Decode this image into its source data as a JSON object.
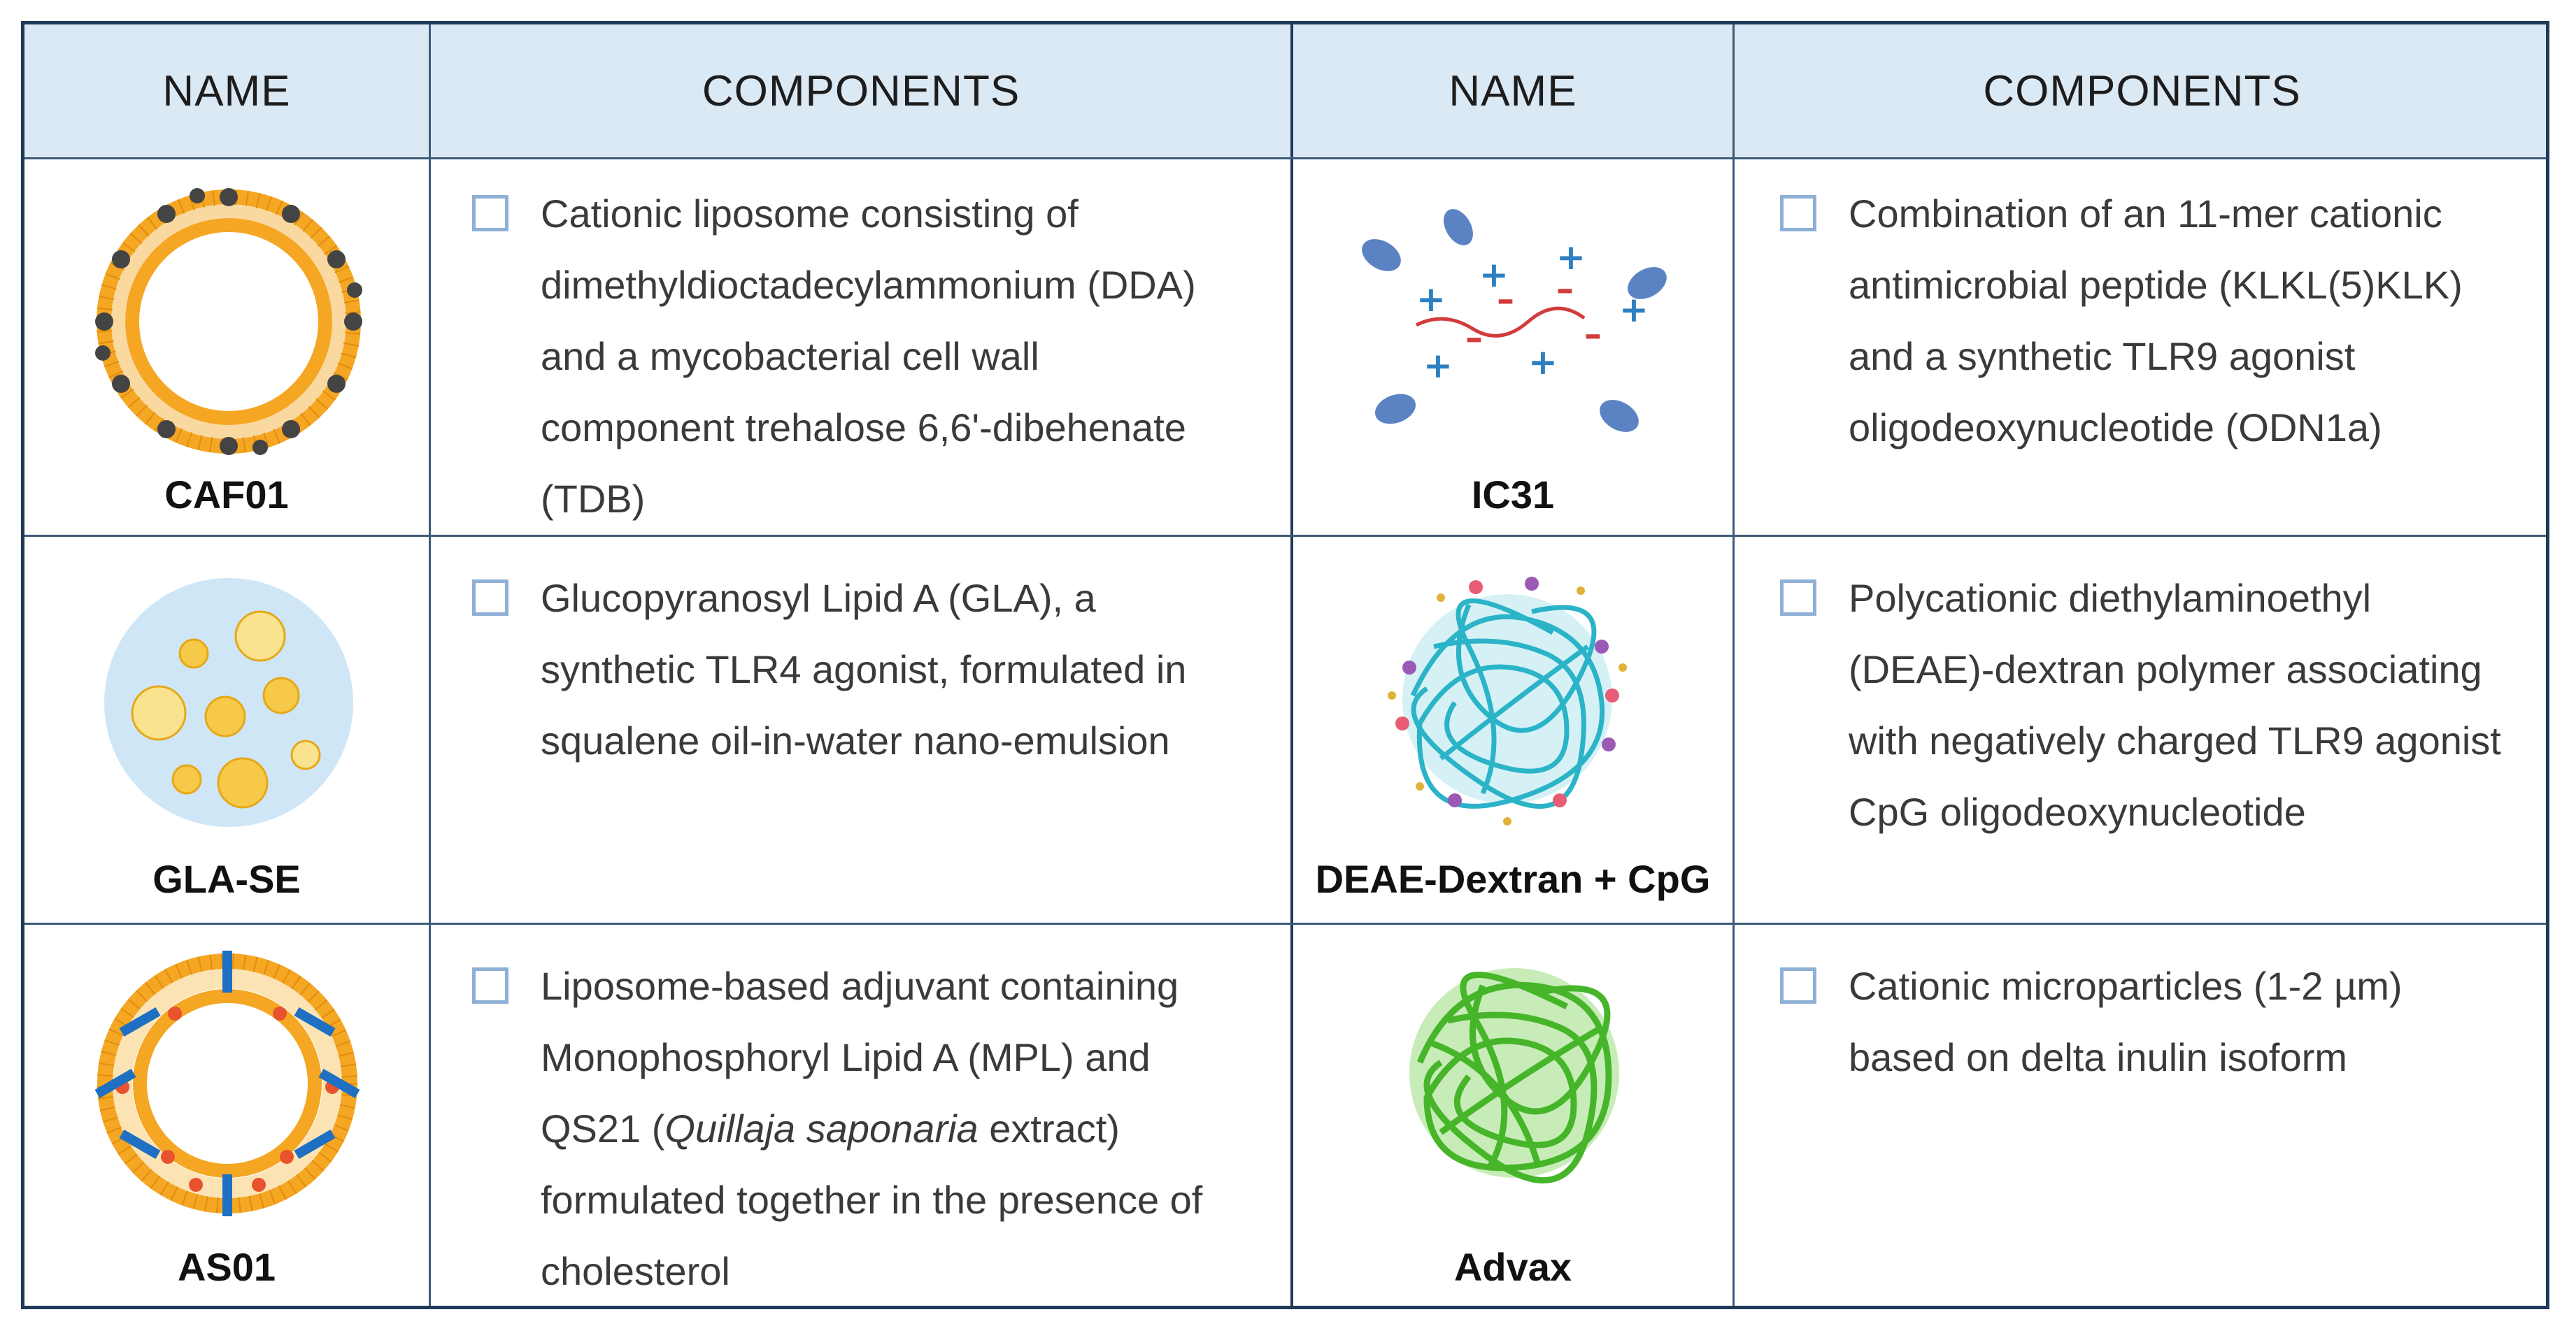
{
  "headers": [
    "NAME",
    "COMPONENTS",
    "NAME",
    "COMPONENTS"
  ],
  "rows": [
    {
      "left": {
        "name": "CAF01",
        "description": [
          "Cationic liposome consisting of",
          "dimethyldioctadecylammonium (DDA)",
          "and a mycobacterial cell wall",
          "component trehalose 6,6'-dibehenate",
          "(TDB)"
        ]
      },
      "right": {
        "name": "IC31",
        "description": [
          "Combination of an 11-mer cationic",
          "antimicrobial peptide (KLKL(5)KLK)",
          "and a synthetic TLR9 agonist",
          "oligodeoxynucleotide (ODN1a)"
        ]
      }
    },
    {
      "left": {
        "name": "GLA-SE",
        "description": [
          "Glucopyranosyl Lipid A (GLA), a",
          "synthetic TLR4 agonist, formulated in",
          "squalene oil-in-water nano-emulsion"
        ]
      },
      "right": {
        "name": "DEAE-Dextran + CpG",
        "description": [
          "Polycationic diethylaminoethyl",
          "(DEAE)-dextran polymer associating",
          "with negatively charged TLR9 agonist",
          "CpG oligodeoxynucleotide"
        ]
      }
    },
    {
      "left": {
        "name": "AS01",
        "description_l1": "Liposome-based adjuvant containing",
        "description_l2": "Monophosphoryl Lipid A (MPL) and",
        "description_l3_pre": "QS21 (",
        "description_l3_italic": "Quillaja saponaria",
        "description_l3_post": " extract)",
        "description_l4": "formulated together in the presence of",
        "description_l5": "cholesterol"
      },
      "right": {
        "name": "Advax",
        "description": [
          "Cationic microparticles (1-2 µm)",
          "based on delta inulin isoform"
        ]
      }
    }
  ],
  "colors": {
    "border": "#1f3b5a",
    "header_bg": "#dbe9f5",
    "checkbox": "#8fb0d6",
    "liposome_orange": "#f5a623",
    "droplet_bg": "#cfe6f6",
    "droplet_yellow": "#f7c948",
    "dextran_teal": "#2bb3c8",
    "advax_green": "#46b52a"
  },
  "icons": [
    "caf01-liposome-icon",
    "ic31-peptide-icon",
    "gla-se-emulsion-icon",
    "deae-dextran-icon",
    "as01-liposome-icon",
    "advax-particle-icon"
  ]
}
